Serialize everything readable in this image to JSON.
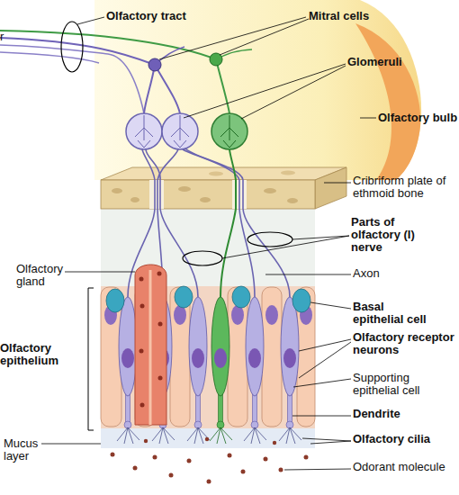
{
  "diagram": {
    "labels": [
      "Olfactory tract",
      "Mitral cells",
      "r",
      "Glomeruli",
      "Olfactory bulb",
      "Cribriform plate of ethmoid bone",
      "Parts of olfactory (I) nerve",
      "Olfactory gland",
      "Axon",
      "Basal epithelial cell",
      "Olfactory receptor neurons",
      "Olfactory epithelium",
      "Supporting epithelial cell",
      "Dendrite",
      "Olfactory cilia",
      "Mucus layer",
      "Odorant molecule"
    ]
  }
}
